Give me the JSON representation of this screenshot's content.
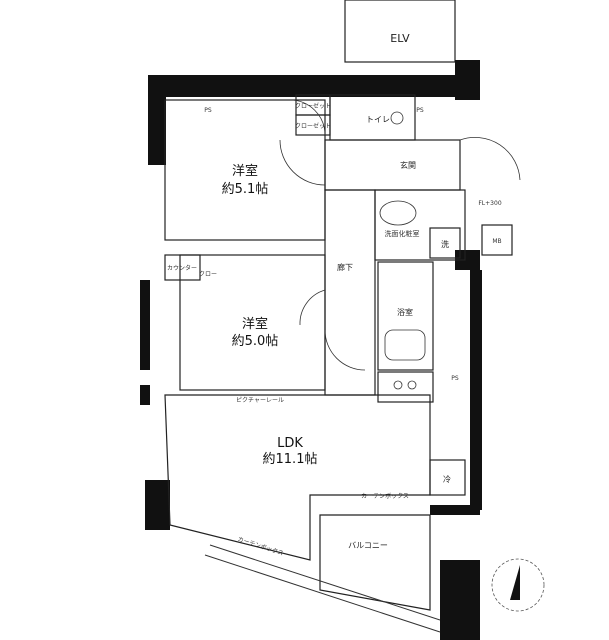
{
  "plan": {
    "elevator": "ELV",
    "rooms": {
      "western1_name": "洋室",
      "western1_size": "約5.1帖",
      "western2_name": "洋室",
      "western2_size": "約5.0帖",
      "ldk_name": "LDK",
      "ldk_size": "約11.1帖",
      "hallway": "廊下",
      "entrance": "玄関",
      "toilet": "トイレ",
      "washroom": "洗面化粧室",
      "bathroom": "浴室",
      "balcony": "バルコニー"
    },
    "fixtures": {
      "closet1": "クローゼット",
      "closet2": "クローゼット",
      "closet3": "クロー",
      "counter": "カウンター",
      "washer": "洗",
      "fridge": "冷",
      "mb": "MB",
      "ps1": "PS",
      "ps2": "PS",
      "ps3": "PS",
      "picture_rail": "ピクチャーレール",
      "curtain_box1": "カーテンボックス",
      "curtain_box2": "カーテンボックス",
      "fl": "FL+300"
    }
  }
}
